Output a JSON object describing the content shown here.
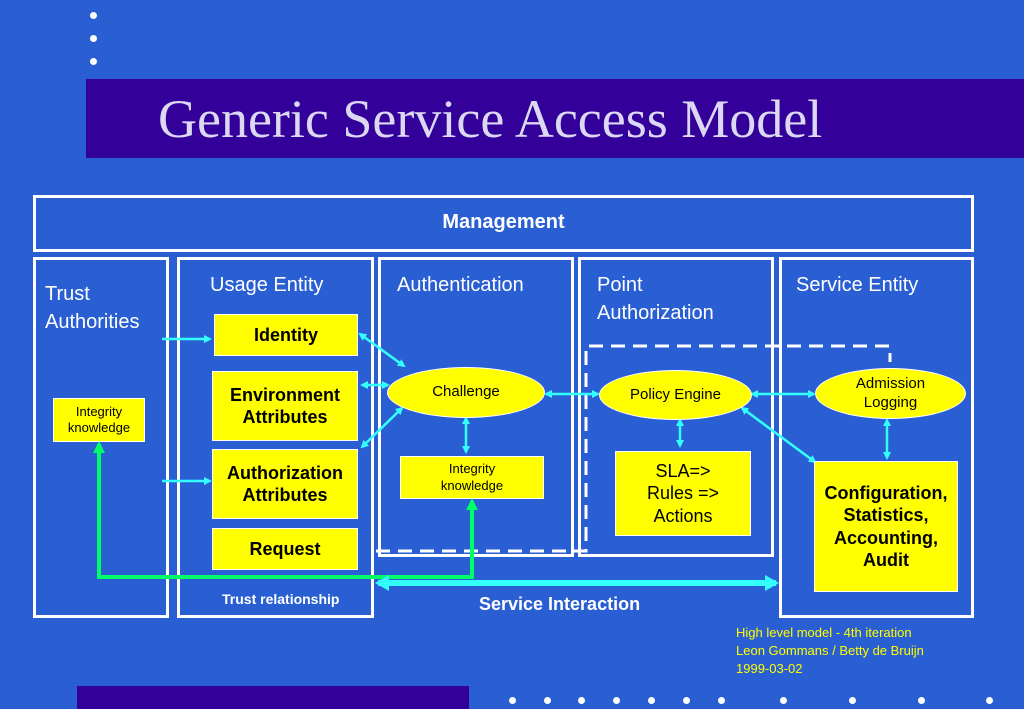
{
  "slide": {
    "title": "Generic Service Access Model",
    "management": "Management",
    "columns": {
      "trust_authorities": "Trust\nAuthorities",
      "usage_entity": "Usage Entity",
      "authentication": "Authentication",
      "point_authorization": "Point\nAuthorization",
      "service_entity": "Service Entity"
    },
    "usage_boxes": {
      "identity": "Identity",
      "environment": "Environment\nAttributes",
      "authorization": "Authorization\nAttributes",
      "request": "Request"
    },
    "trust_integrity": "Integrity\nknowledge",
    "challenge": "Challenge",
    "auth_integrity": "Integrity\nknowledge",
    "policy_engine": "Policy Engine",
    "sla_rules": "SLA=>\nRules =>\nActions",
    "admission": "Admission\nLogging",
    "configuration": "Configuration,\nStatistics,\nAccounting,\nAudit",
    "trust_relationship": "Trust relationship",
    "service_interaction": "Service Interaction",
    "credits": {
      "line1": "High level model - 4th iteration",
      "line2": "Leon Gommans / Betty de Bruijn",
      "line3": "1999-03-02"
    }
  },
  "colors": {
    "background": "#2a5fd3",
    "title_band": "#330099",
    "box_fill": "#ffff00",
    "cyan_arrow": "#33ffff",
    "green_link": "#00ff66"
  }
}
